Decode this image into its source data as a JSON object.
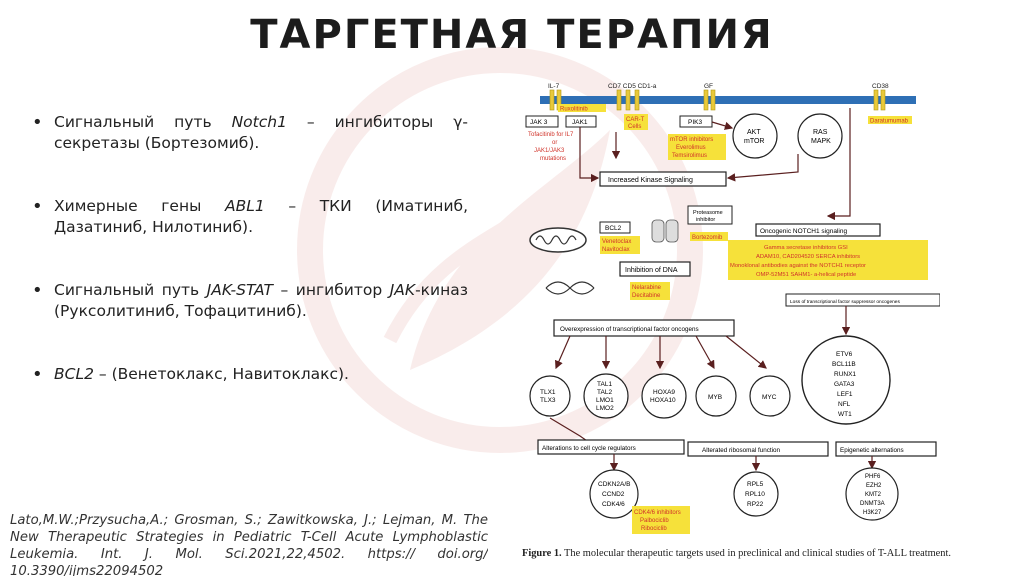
{
  "slide": {
    "title": "ТАРГЕТНАЯ ТЕРАПИЯ"
  },
  "bullets": [
    {
      "before": "Сигнальный путь ",
      "italic": "Notch1",
      "after": " – ингибиторы γ-секретазы (Бортезомиб)."
    },
    {
      "before": "Химерные гены ",
      "italic": "ABL1",
      "after": " – ТКИ (Иматиниб, Дазатиниб, Нилотиниб)."
    },
    {
      "before": "Сигнальный путь ",
      "italic": "JAK-STAT",
      "after": " – ингибитор ",
      "italic2": "JAK",
      "after2": "-киназ (Руксолитиниб, Тофацитиниб)."
    },
    {
      "before": "",
      "italic": "BCL2",
      "after": " – (Венетоклакс, Навитоклакс)."
    }
  ],
  "citation": "Lato,M.W.;Przysucha,A.; Grosman, S.; Zawitkowska, J.; Lejman, M. The New Therapeutic Strategies in Pediatric T-Cell Acute Lymphoblastic Leukemia. Int. J. Mol. Sci.2021,22,4502. https:// doi.org/ 10.3390/ijms22094502",
  "figure": {
    "membrane_labels": {
      "il7": "IL-7",
      "cd": "CD7 CD5 CD1-a",
      "gf": "GF",
      "cd38": "CD38"
    },
    "drugs_top": {
      "ruxolitinib": "Ruxolitinib",
      "tofacitinib": "Tofacitinib for IL7",
      "or": "or",
      "jak_mut1": "JAK1/JAK3",
      "jak_mut2": "mutations",
      "cart1": "CAR-T",
      "cart2": "Cells",
      "mtor1": "mTOR inhibitors",
      "mtor2": "Everolimus",
      "mtor3": "Temsirolimus",
      "daratumumab": "Daratumumab"
    },
    "boxes": {
      "jak3": "JAK 3",
      "jak1": "JAK1",
      "pik3": "PIK3",
      "akt1": "AKT",
      "akt2": "mTOR",
      "ras1": "RAS",
      "ras2": "MAPK",
      "kinase": "Increased Kinase Signaling",
      "bcl2": "BCL2",
      "proteasome1": "Proteasome",
      "proteasome2": "inhibitor",
      "notch": "Oncogenic NOTCH1 signaling",
      "dna": "Inhibition of DNA",
      "overexpr": "Overexpression of transcriptional factor oncogens",
      "loss": "Loss of transcriptional factor suppressor oncogenes"
    },
    "drugs_mid": {
      "venetoclax": "Venetoclax",
      "navitoclax": "Navitoclax",
      "bortezomib": "Bortezomib",
      "notch1": "Gamma secretase inhibitors GSI",
      "notch2": "ADAM10, CAD204520 SERCA inhibitors",
      "notch3": "Monoklonal antibodies against the NOTCH1 receptor",
      "notch4": "OMP-52M51  SAHM1- a-helical peptide",
      "nelarabine": "Nelarabine",
      "decitabine": "Decitabine"
    },
    "circles": {
      "c1": [
        "TLX1",
        "TLX3"
      ],
      "c2": [
        "TAL1",
        "TAL2",
        "LMO1",
        "LMO2"
      ],
      "c3": [
        "HOXA9",
        "HOXA10"
      ],
      "c4": [
        "MYB"
      ],
      "c5": [
        "MYC"
      ],
      "c6": [
        "ETV6",
        "BCL11B",
        "RUNX1",
        "GATA3",
        "LEF1",
        "NFL",
        "WT1"
      ]
    },
    "bottom_boxes": {
      "cell_cycle": "Alterations to cell cycle regulators",
      "ribosomal": "Alterated ribosomal function",
      "epigenetic": "Epigenetic alternations"
    },
    "bottom_circles": {
      "b1": [
        "CDKN2A/B",
        "CCND2",
        "CDK4/6"
      ],
      "b2": [
        "RPL5",
        "RPL10",
        "RP22"
      ],
      "b3": [
        "PHF6",
        "EZH2",
        "KMT2",
        "DNMT3A",
        "H3K27"
      ]
    },
    "drugs_bottom": {
      "cdk1": "CDK4/6 inhibitors",
      "cdk2": "Palbociclib",
      "cdk3": "Ribociclib"
    }
  },
  "caption": {
    "label": "Figure 1.",
    "text": " The molecular therapeutic targets used in preclinical and clinical studies of T-ALL treatment."
  },
  "colors": {
    "membrane": "#2e6fb5",
    "receptor": "#e8c93a",
    "drug_highlight": "#f6e13a",
    "drug_text": "#d0332a",
    "arrow": "#5a1f1f"
  }
}
